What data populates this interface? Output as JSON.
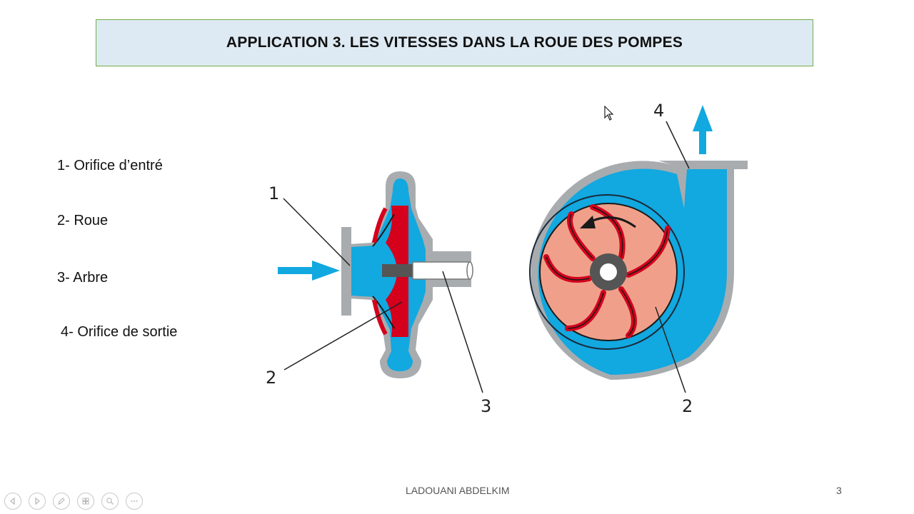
{
  "slide": {
    "title": "APPLICATION 3. LES VITESSES DANS LA ROUE DES POMPES",
    "legend": [
      "1- Orifice d’entré",
      "2- Roue",
      "3- Arbre",
      "4- Orifice de sortie"
    ],
    "footer_author": "LADOUANI ABDELKIM",
    "page_number": "3"
  },
  "diagram": {
    "labels": {
      "inlet": "1",
      "impeller_left": "2",
      "shaft": "3",
      "outlet": "4",
      "impeller_right": "2"
    },
    "colors": {
      "fluid": "#12a8e0",
      "casing": "#a8acaf",
      "impeller_vane": "#d5001c",
      "impeller_disc": "#f0a08a",
      "hub": "#555555"
    }
  },
  "nav_icons": [
    "prev-icon",
    "next-icon",
    "pen-icon",
    "slides-icon",
    "zoom-icon",
    "more-icon"
  ]
}
